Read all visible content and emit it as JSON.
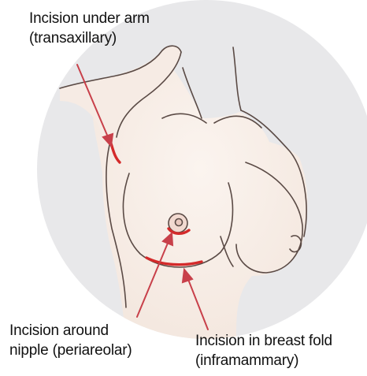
{
  "labels": {
    "transaxillary": {
      "line1": "Incision under arm",
      "line2": "(transaxillary)"
    },
    "periareolar": {
      "line1": "Incision around",
      "line2": "nipple (periareolar)"
    },
    "inframammary": {
      "line1": "Incision in breast fold",
      "line2": "(inframammary)"
    }
  },
  "colors": {
    "background_circle": "#e8e8ea",
    "skin": "#f8eee8",
    "outline": "#5a4a45",
    "incision": "#d42a2a",
    "arrow": "#c8404a",
    "text": "#111111"
  }
}
